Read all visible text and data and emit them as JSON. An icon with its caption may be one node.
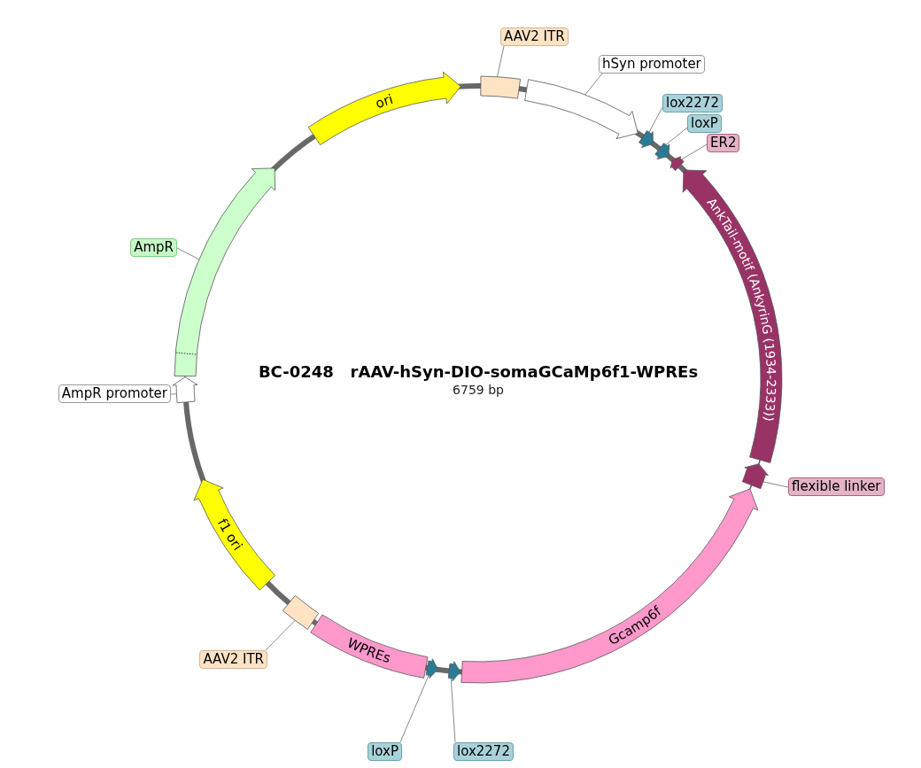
{
  "diagram": {
    "title": "BC-0248   rAAV-hSyn-DIO-somaGCaMp6f1-WPREs",
    "nodes": [
      {
        "text": [
          "AAV2 ITR"
        ]
      },
      {
        "text": [],
        "shape": "box"
      },
      {
        "text": [
          "hSyn promoter"
        ]
      },
      {
        "text": [],
        "shape": "arrow"
      },
      {
        "text": [
          "lox2272"
        ]
      },
      {
        "text": [],
        "shape": "arrow"
      },
      {
        "text": [
          "loxP"
        ]
      },
      {
        "text": [],
        "shape": "arrow"
      },
      {
        "text": [
          "ER2"
        ]
      },
      {
        "text": [],
        "shape": "arrow"
      },
      {
        "text": [
          "AnkTail-motif (AnkyrinG (1934-2333))"
        ]
      },
      {
        "text": [
          "flexible linker"
        ]
      },
      {
        "text": [],
        "shape": "arrow"
      },
      {
        "text": [
          "Gcamp6f"
        ]
      },
      {
        "text": [
          "lox2272"
        ]
      },
      {
        "text": [],
        "shape": "arrow"
      },
      {
        "text": [
          "loxP"
        ]
      },
      {
        "text": [],
        "shape": "arrow"
      },
      {
        "text": [
          "WPREs"
        ]
      },
      {
        "text": [
          "AAV2 ITR"
        ]
      },
      {
        "text": [],
        "shape": "box"
      },
      {
        "text": [
          "f1 ori"
        ]
      },
      {
        "text": [
          "AmpR promoter"
        ]
      },
      {
        "text": [],
        "shape": "arrow"
      },
      {
        "text": [
          "AmpR"
        ]
      },
      {
        "text": [],
        "shape": "arrow"
      },
      {
        "text": [
          "ori"
        ]
      }
    ],
    "edges": [
      {
        "from": 0,
        "to": 1,
        "arrow": "none"
      },
      {
        "from": 2,
        "to": 3,
        "arrow": "none"
      },
      {
        "from": 4,
        "to": 5,
        "arrow": "none"
      },
      {
        "from": 6,
        "to": 7,
        "arrow": "none"
      },
      {
        "from": 8,
        "to": 9,
        "arrow": "none"
      },
      {
        "from": 11,
        "to": 12,
        "arrow": "none"
      },
      {
        "from": 14,
        "to": 15,
        "arrow": "none"
      },
      {
        "from": 16,
        "to": 17,
        "arrow": "none"
      },
      {
        "from": 19,
        "to": 20,
        "arrow": "none"
      },
      {
        "from": 22,
        "to": 23,
        "arrow": "none"
      },
      {
        "from": 24,
        "to": 25,
        "arrow": "none"
      }
    ],
    "labels": [
      "6759 bp"
    ]
  }
}
